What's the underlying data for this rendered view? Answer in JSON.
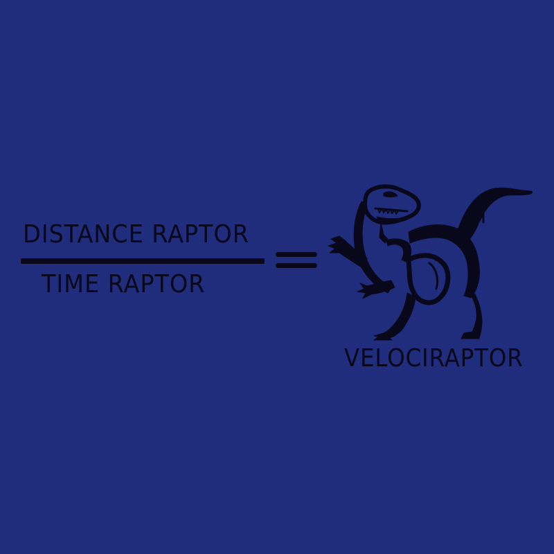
{
  "colors": {
    "background": "#202c7c",
    "ink": "#08081a"
  },
  "equation": {
    "numerator": "DISTANCE RAPTOR",
    "denominator": "TIME RAPTOR",
    "operator": "=",
    "result_label": "VELOCIRAPTOR"
  },
  "illustration": {
    "icon": "velociraptor-illustration"
  }
}
